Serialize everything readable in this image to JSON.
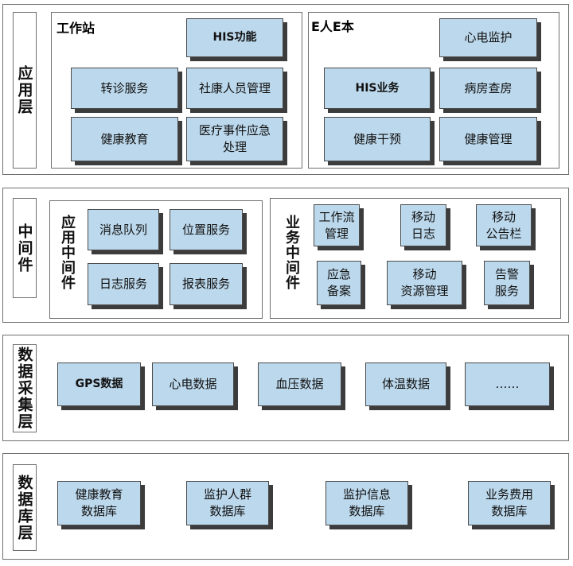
{
  "layers": {
    "application": {
      "label": "应用层"
    },
    "middleware": {
      "label": "中间件"
    },
    "collection": {
      "label": "数据采集层"
    },
    "database": {
      "label": "数据库层"
    }
  },
  "workstation": {
    "title": "工作站",
    "boxes": [
      "HIS功能",
      "转诊服务",
      "社康人员管理",
      "健康教育",
      "医疗事件应急\n处理"
    ]
  },
  "e_book": {
    "title": "E人E本",
    "boxes": [
      "心电监护",
      "HIS业务",
      "病房查房",
      "健康干预",
      "健康管理"
    ]
  },
  "app_middleware": {
    "title": "应用中间件",
    "boxes": [
      "消息队列",
      "位置服务",
      "日志服务",
      "报表服务"
    ]
  },
  "biz_middleware": {
    "title": "业务中间件",
    "boxes": [
      "工作流\n管理",
      "移动\n日志",
      "移动\n公告栏",
      "应急\n备案",
      "移动\n资源管理",
      "告警\n服务"
    ]
  },
  "collection_boxes": [
    "GPS数据",
    "心电数据",
    "血压数据",
    "体温数据",
    "……"
  ],
  "database_boxes": [
    "健康教育\n数据库",
    "监护人群\n数据库",
    "监护信息\n数据库",
    "业务费用\n数据库"
  ]
}
